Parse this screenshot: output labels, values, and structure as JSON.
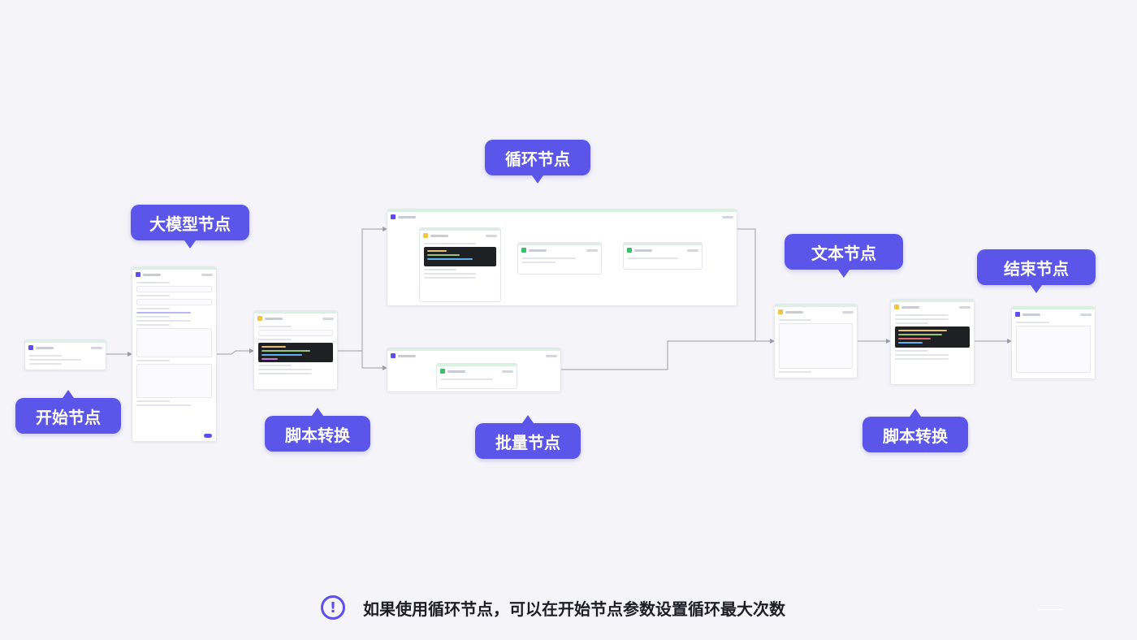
{
  "labels": {
    "start": "开始节点",
    "llm": "大模型节点",
    "script1": "脚本转换",
    "loop": "循环节点",
    "batch": "批量节点",
    "text": "文本节点",
    "script2": "脚本转换",
    "end": "结束节点"
  },
  "note": {
    "icon": "exclamation-circle-icon",
    "icon_glyph": "!",
    "text": "如果使用循环节点，可以在开始节点参数设置循环最大次数"
  },
  "colors": {
    "accent": "#5b55ea",
    "background": "#f5f5f9",
    "node_header": "#d9f2df",
    "code_bg": "#1f2023",
    "edge": "#9a9cab"
  }
}
